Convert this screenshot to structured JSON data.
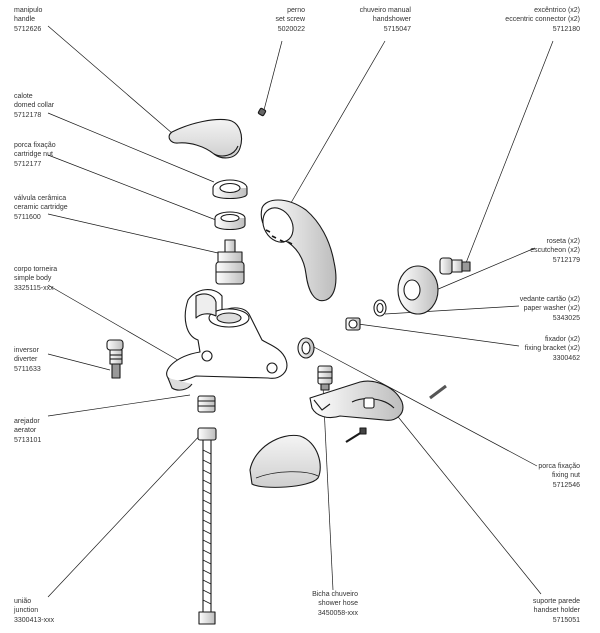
{
  "labels": {
    "manipulo": {
      "pt": "manipulo",
      "en": "handle",
      "code": "5712626"
    },
    "calote": {
      "pt": "calote",
      "en": "domed collar",
      "code": "5712178"
    },
    "porca_cart": {
      "pt": "porca fixação",
      "en": "cartridge nut",
      "code": "5712177"
    },
    "valvula": {
      "pt": "válvula cerâmica",
      "en": "ceramic cartridge",
      "code": "5711600"
    },
    "corpo": {
      "pt": "corpo torneira",
      "en": "simple body",
      "code": "3325115-xxx"
    },
    "inversor": {
      "pt": "inversor",
      "en": "diverter",
      "code": "5711633"
    },
    "arejador": {
      "pt": "arejador",
      "en": "aerator",
      "code": "5713101"
    },
    "uniao": {
      "pt": "união",
      "en": "junction",
      "code": "3300413-xxx"
    },
    "perno": {
      "pt": "perno",
      "en": "set screw",
      "code": "5020022"
    },
    "chuveiro": {
      "pt": "chuveiro manual",
      "en": "handshower",
      "code": "5715047"
    },
    "bicha": {
      "pt": "Bicha chuveiro",
      "en": "shower hose",
      "code": "3450058-xxx"
    },
    "excentrico": {
      "pt": "excêntrico (x2)",
      "en": "eccentric connector (x2)",
      "code": "5712180"
    },
    "roseta": {
      "pt": "roseta (x2)",
      "en": "escutcheon (x2)",
      "code": "5712179"
    },
    "vedante": {
      "pt": "vedante cartão (x2)",
      "en": "paper washer (x2)",
      "code": "5343025"
    },
    "fixador": {
      "pt": "fixador (x2)",
      "en": "fixing bracket (x2)",
      "code": "3300462"
    },
    "porca_fix": {
      "pt": "porca fixação",
      "en": "fixing nut",
      "code": "5712546"
    },
    "suporte": {
      "pt": "suporte parede",
      "en": "handset holder",
      "code": "5715051"
    }
  },
  "colors": {
    "line": "#1a1a1a",
    "text": "#333333",
    "fill": "#ffffff",
    "shade": "#e4e4e4"
  }
}
